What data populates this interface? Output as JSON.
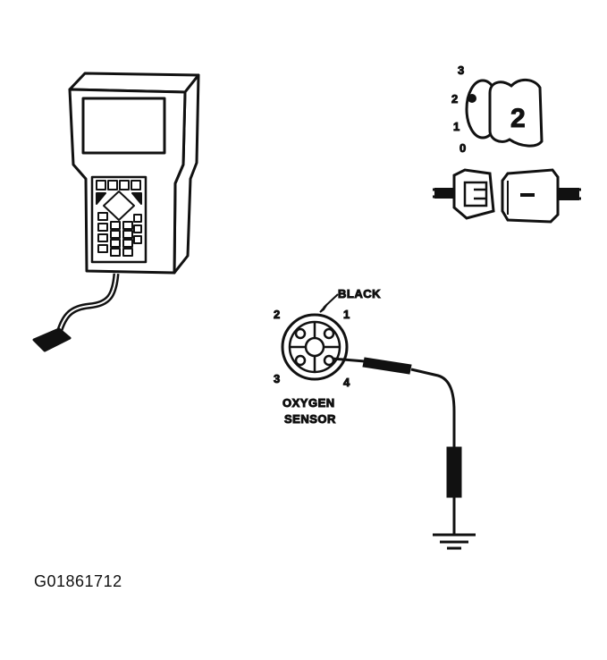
{
  "key_switch": {
    "positions": [
      "3",
      "2",
      "1",
      "0"
    ],
    "key_number": "2"
  },
  "sensor": {
    "wire_label": "BLACK",
    "pins": [
      "1",
      "2",
      "3",
      "4"
    ],
    "name_line1": "OXYGEN",
    "name_line2": "SENSOR"
  },
  "figure_id": "G01861712",
  "colors": {
    "ink": "#111111",
    "paper": "#ffffff"
  }
}
